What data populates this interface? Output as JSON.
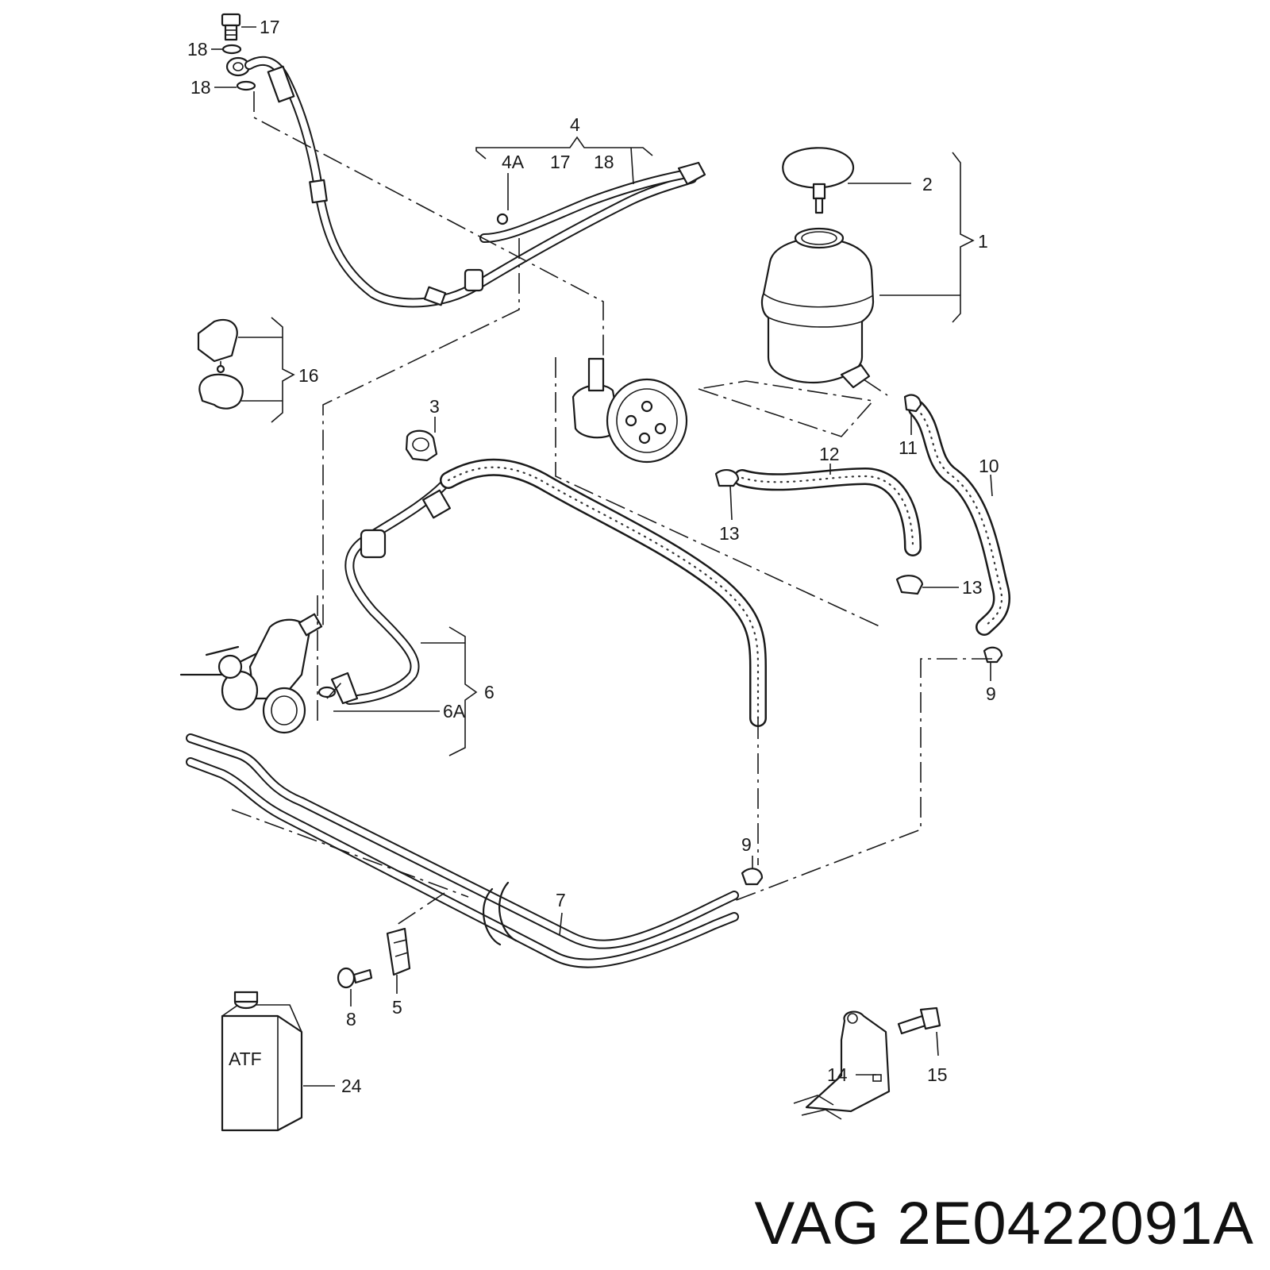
{
  "caption": "VAG 2E0422091A",
  "container_label": "ATF",
  "callouts": {
    "c1": "1",
    "c2": "2",
    "c3": "3",
    "c4": "4",
    "c4A": "4A",
    "c4_17": "17",
    "c4_18": "18",
    "c5": "5",
    "c6": "6",
    "c6A": "6A",
    "c7": "7",
    "c8": "8",
    "c9a": "9",
    "c9b": "9",
    "c10": "10",
    "c11": "11",
    "c12": "12",
    "c13a": "13",
    "c13b": "13",
    "c14": "14",
    "c15": "15",
    "c16": "16",
    "c17": "17",
    "c18a": "18",
    "c18b": "18",
    "c24": "24"
  }
}
